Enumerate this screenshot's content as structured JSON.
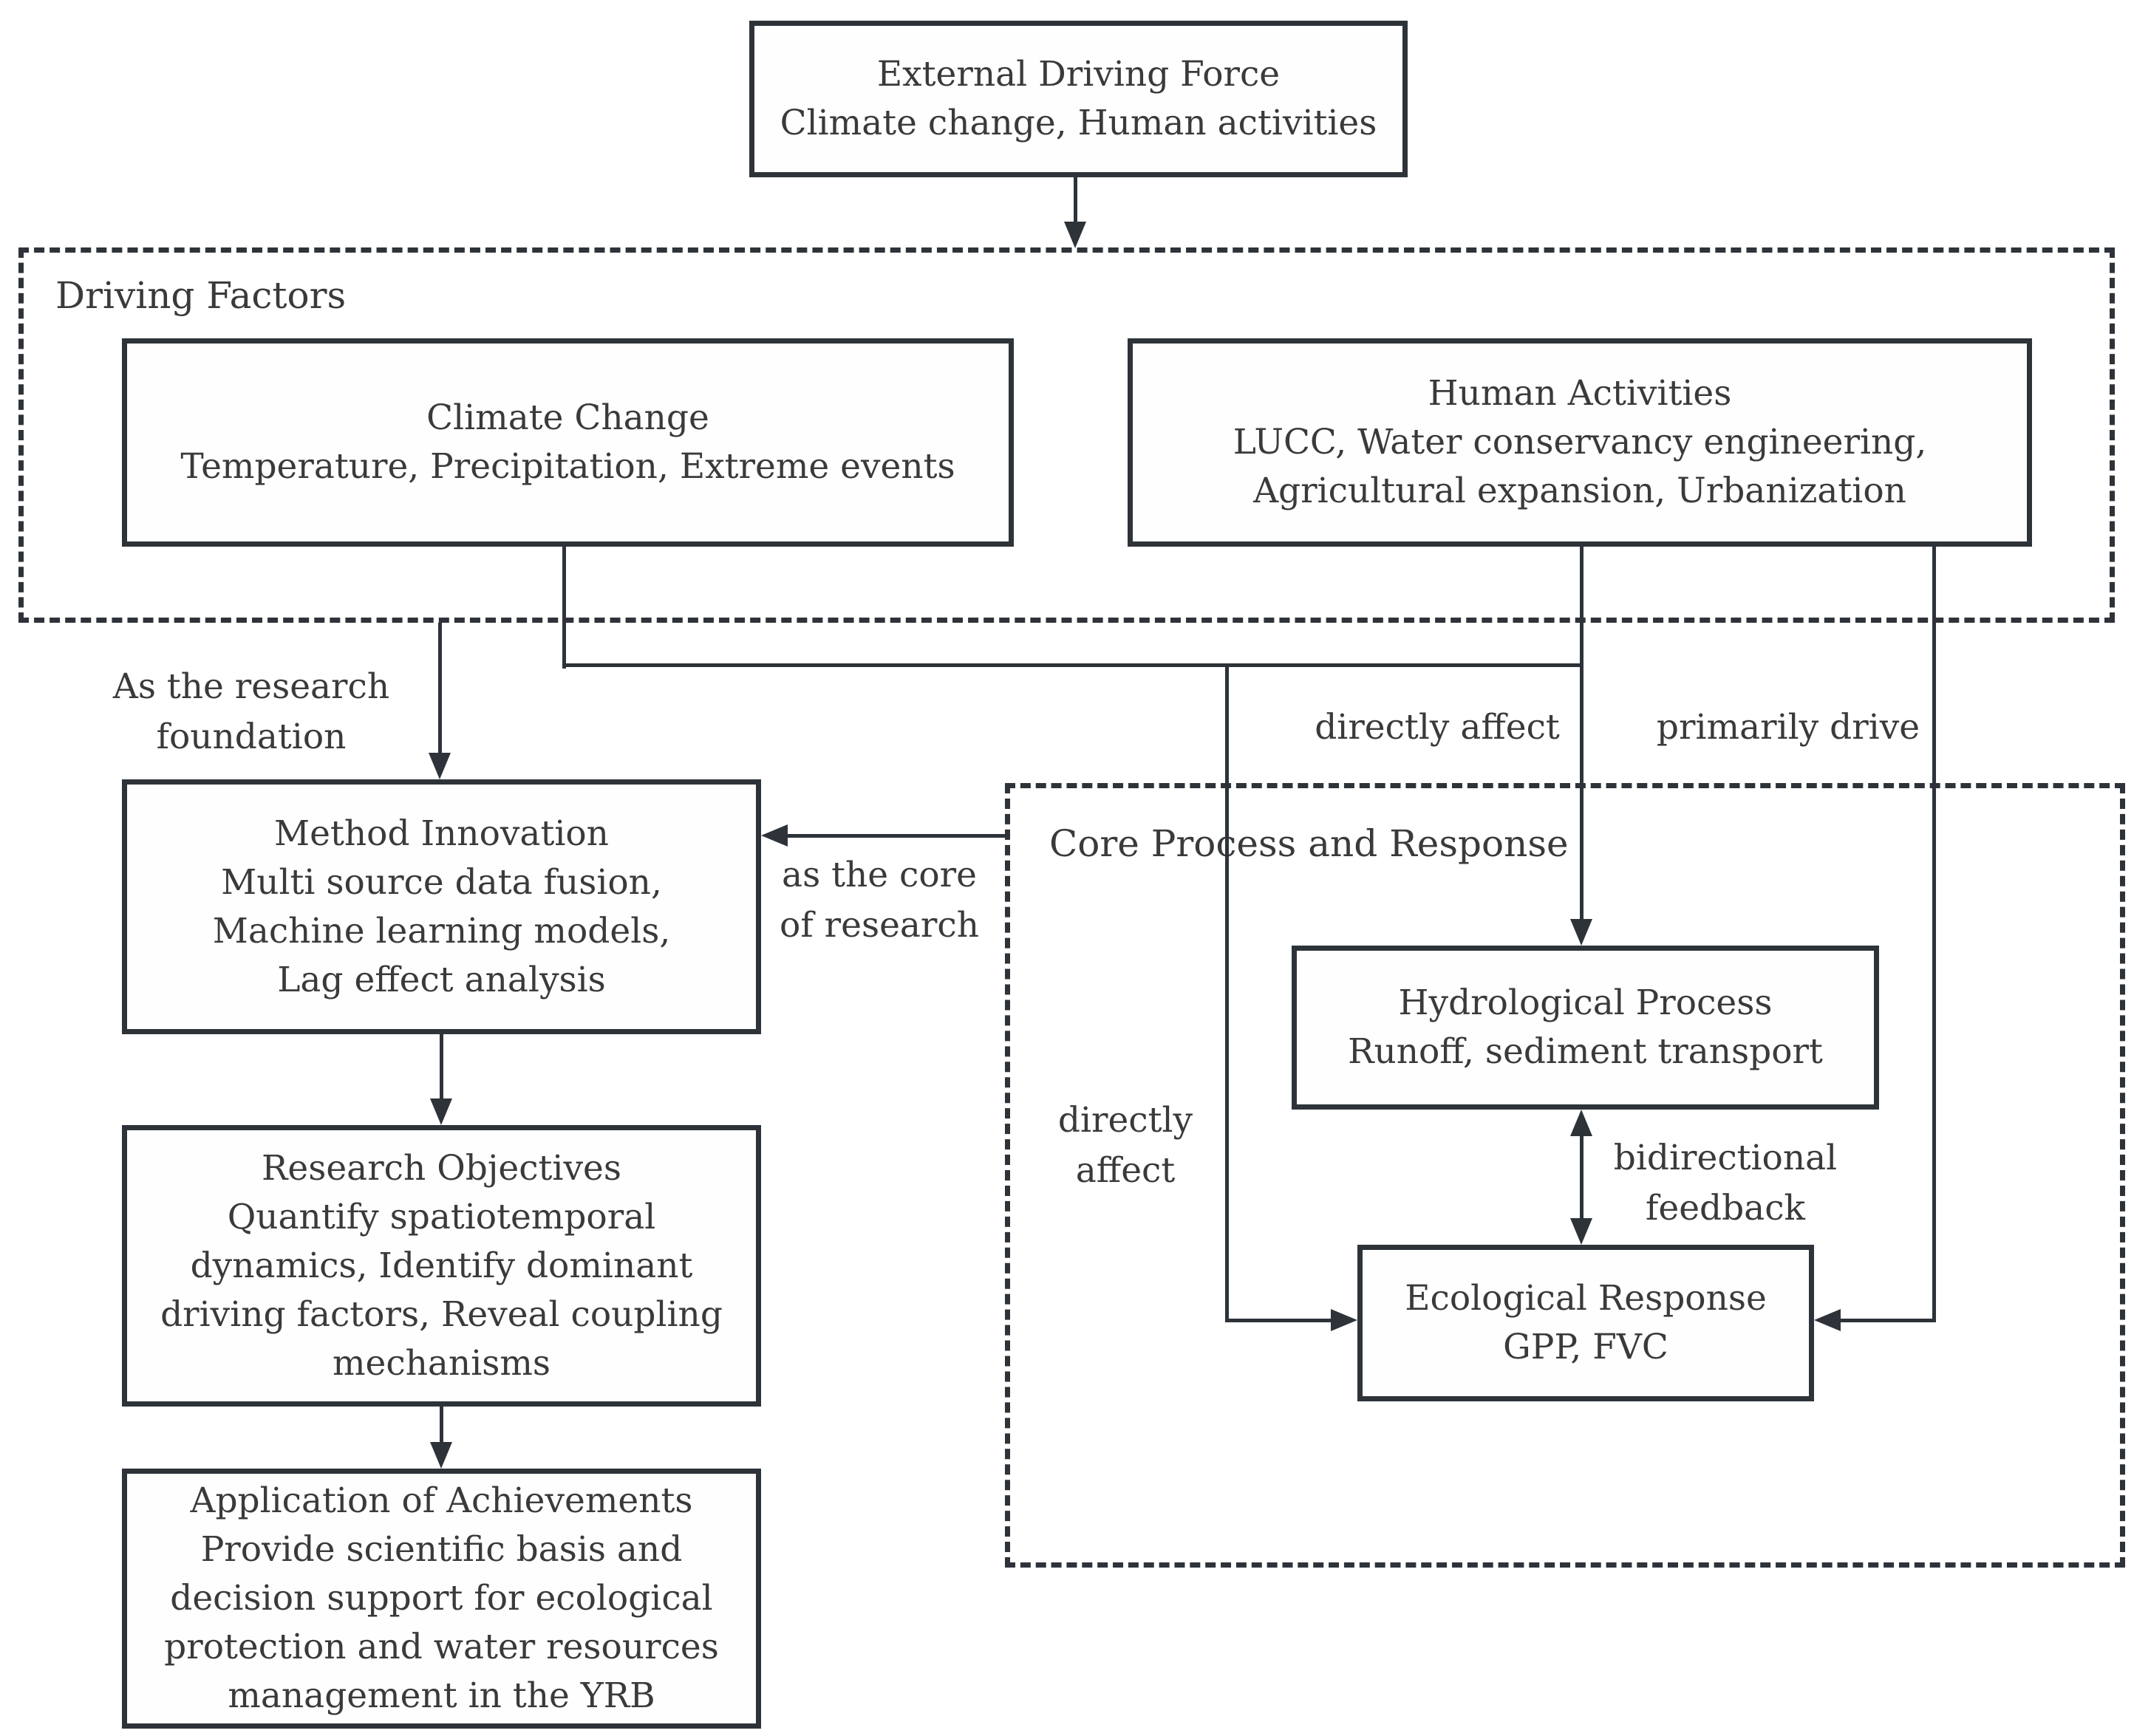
{
  "colors": {
    "line": "#2e333a",
    "text": "#3a3a3a",
    "background": "#ffffff"
  },
  "boxes": {
    "external": {
      "lines": [
        "External Driving Force",
        "Climate change, Human activities"
      ]
    },
    "climate": {
      "lines": [
        "Climate Change",
        "Temperature, Precipitation, Extreme events"
      ]
    },
    "human": {
      "lines": [
        "Human Activities",
        "LUCC, Water conservancy engineering,",
        "Agricultural expansion, Urbanization"
      ]
    },
    "method": {
      "lines": [
        "Method Innovation",
        "Multi source data fusion,",
        "Machine learning models,",
        "Lag effect analysis"
      ]
    },
    "objectives": {
      "lines": [
        "Research Objectives",
        "Quantify spatiotemporal",
        "dynamics, Identify dominant",
        "driving factors, Reveal coupling",
        "mechanisms"
      ]
    },
    "application": {
      "lines": [
        "Application of Achievements",
        "Provide scientific basis and",
        "decision support for ecological",
        "protection and water resources",
        "management in the YRB"
      ]
    },
    "hydrological": {
      "lines": [
        "Hydrological Process",
        "Runoff, sediment transport"
      ]
    },
    "ecological": {
      "lines": [
        "Ecological Response",
        "GPP, FVC"
      ]
    }
  },
  "groups": {
    "driving_factors": {
      "label": "Driving Factors"
    },
    "core_process": {
      "label": "Core Process and Response"
    }
  },
  "edge_labels": {
    "foundation": {
      "line1": "As the research",
      "line2": "foundation"
    },
    "directly_affect_top": {
      "line1": "directly affect"
    },
    "primarily_drive": {
      "line1": "primarily drive"
    },
    "core_of_research": {
      "line1": "as the core",
      "line2": "of research"
    },
    "directly_affect_side": {
      "line1": "directly",
      "line2": "affect"
    },
    "bidirectional_feedback": {
      "line1": "bidirectional",
      "line2": "feedback"
    }
  }
}
